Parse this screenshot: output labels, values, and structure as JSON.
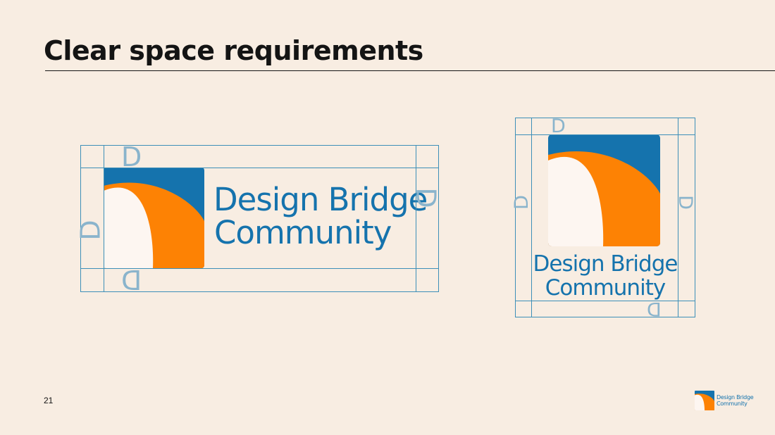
{
  "slide": {
    "title": "Clear space requirements",
    "page_number": "21"
  },
  "wordmark": {
    "line1": "Design Bridge",
    "line2": "Community"
  },
  "clear_space_marker": "D",
  "colors": {
    "background": "#f8ede2",
    "brand_blue": "#1573ad",
    "brand_orange": "#fd8204",
    "cream": "#fdf6f1",
    "guide_blue": "#3d8fb8",
    "marker_blue": "#8ab4cc",
    "text_dark": "#141414"
  }
}
